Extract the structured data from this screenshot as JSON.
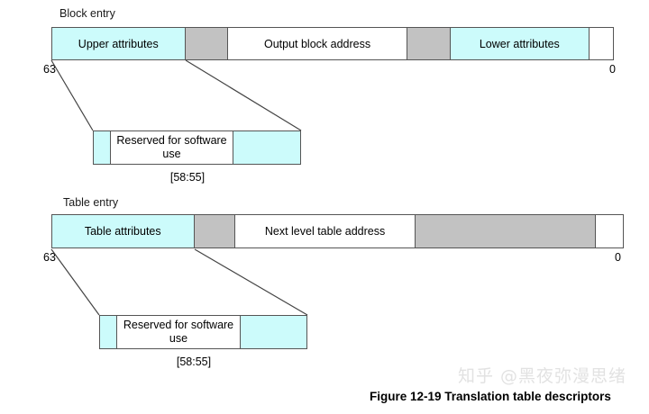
{
  "figure": {
    "caption": "Figure 12-19 Translation table descriptors",
    "watermark": "知乎 @黑夜弥漫思绪"
  },
  "blocks": [
    {
      "title": "Block entry",
      "left_bit_label": "63",
      "right_bit_label": "0",
      "segments": [
        {
          "label": "Upper attributes",
          "fill": "cyan"
        },
        {
          "label": "",
          "fill": "gray"
        },
        {
          "label": "Output block address",
          "fill": "white"
        },
        {
          "label": "",
          "fill": "gray"
        },
        {
          "label": "Lower attributes",
          "fill": "cyan"
        },
        {
          "label": "",
          "fill": "white"
        }
      ],
      "expansion": {
        "range_label": "[58:55]",
        "segments": [
          {
            "label": "",
            "fill": "cyan"
          },
          {
            "label": "Reserved for software use",
            "fill": "white"
          },
          {
            "label": "",
            "fill": "cyan"
          }
        ]
      }
    },
    {
      "title": "Table entry",
      "left_bit_label": "63",
      "right_bit_label": "0",
      "segments": [
        {
          "label": "Table attributes",
          "fill": "cyan"
        },
        {
          "label": "",
          "fill": "gray"
        },
        {
          "label": "Next level table address",
          "fill": "white"
        },
        {
          "label": "",
          "fill": "gray"
        },
        {
          "label": "",
          "fill": "white"
        }
      ],
      "expansion": {
        "range_label": "[58:55]",
        "segments": [
          {
            "label": "",
            "fill": "cyan"
          },
          {
            "label": "Reserved for software use",
            "fill": "white"
          },
          {
            "label": "",
            "fill": "cyan"
          }
        ]
      }
    }
  ],
  "colors": {
    "cyan": "#ccfbfb",
    "gray": "#c2c2c2",
    "white": "#ffffff",
    "stroke": "#555555",
    "watermark": "#e2e2e2"
  }
}
